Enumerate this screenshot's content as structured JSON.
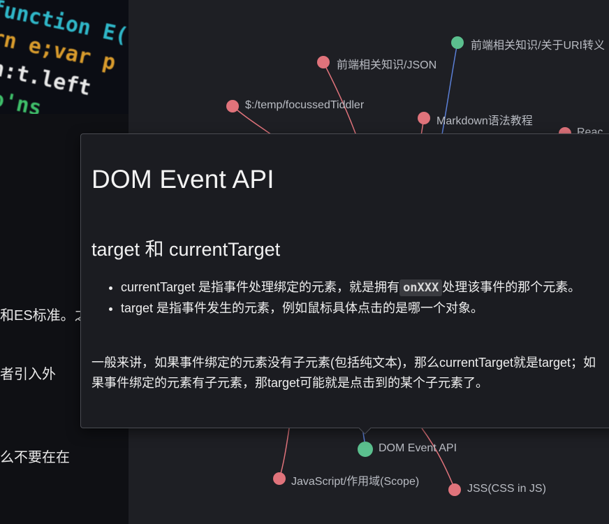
{
  "left_panel": {
    "code_lines": [
      {
        "text": "function E(",
        "color": "#2fb7c8"
      },
      {
        "text": "rn e;var p",
        "color": "#d89b2c"
      },
      {
        "text": "n:t.left",
        "color": "#e8e8e8"
      },
      {
        "text": "o'ns",
        "color": "#3fbf6a"
      }
    ],
    "fragments": [
      "和ES标准。之",
      "者引入外",
      "么不要在在"
    ]
  },
  "graph": {
    "colors": {
      "pink": "#e0737b",
      "green": "#5bbf8e",
      "blue": "#5b7fd6"
    },
    "nodes": [
      {
        "label": "前端相关知识/关于URI转义"
      },
      {
        "label": "前端相关知识/JSON"
      },
      {
        "label": "$:/temp/focussedTiddler"
      },
      {
        "label": "Markdown语法教程"
      },
      {
        "label": "Reac"
      },
      {
        "label": "DOM Event API"
      },
      {
        "label": "JavaScript/作用域(Scope)"
      },
      {
        "label": "JSS(CSS in JS)"
      }
    ]
  },
  "popup": {
    "title": "DOM Event API",
    "heading": "target 和 currentTarget",
    "bullets": [
      {
        "before": "currentTarget 是指事件处理绑定的元素，就是拥有",
        "code": "onXXX",
        "after": "处理该事件的那个元素。"
      },
      {
        "before": "target 是指事件发生的元素，例如鼠标具体点击的是哪一个对象。"
      }
    ],
    "paragraph": "一般来讲，如果事件绑定的元素没有子元素(包括纯文本)，那么currentTarget就是target；如果事件绑定的元素有子元素，那target可能就是点击到的某个子元素了。"
  }
}
